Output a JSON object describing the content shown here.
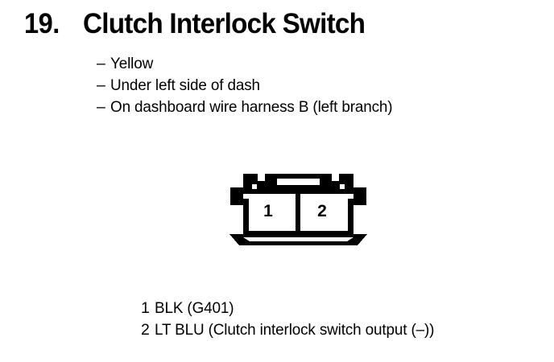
{
  "page": {
    "background_color": "#ffffff",
    "ink_color": "#000000"
  },
  "header": {
    "item_number": "19.",
    "title": "Clutch Interlock Switch"
  },
  "details": {
    "bullet_marker": "–",
    "items": [
      {
        "text": "Yellow"
      },
      {
        "text": "Under left side of dash"
      },
      {
        "text": "On dashboard wire harness B (left branch)"
      }
    ]
  },
  "connector": {
    "name": "2-cavity connector face view",
    "cavity_count": 2,
    "cavities": [
      {
        "number": "1"
      },
      {
        "number": "2"
      }
    ]
  },
  "legend": {
    "rows": [
      {
        "pin": "1",
        "description": "BLK (G401)"
      },
      {
        "pin": "2",
        "description": "LT BLU (Clutch interlock switch output (–))"
      }
    ]
  }
}
